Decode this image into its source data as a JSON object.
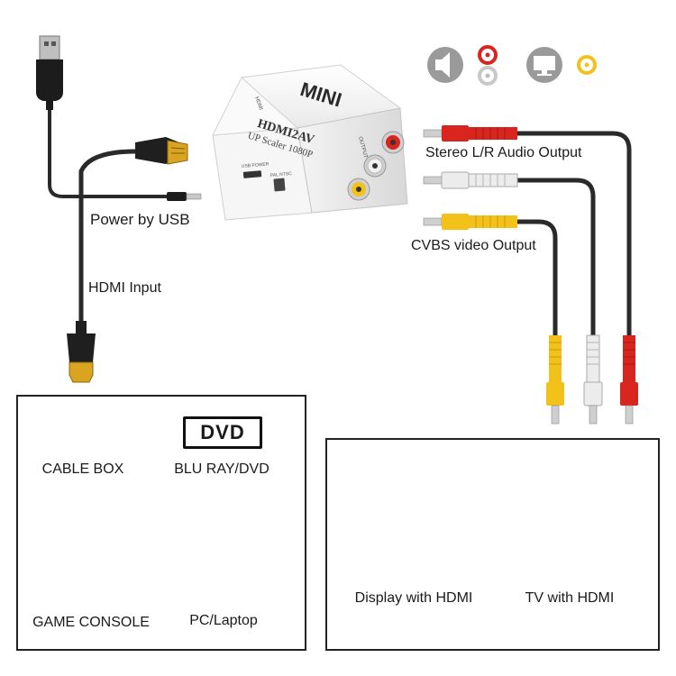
{
  "converter": {
    "brand": "MINI",
    "model": "HDMI2AV",
    "subtitle": "UP Scaler 1080P",
    "input_port_label": "HDMI",
    "output_port_label": "OUTPUT",
    "usb_port_label": "USB POWER",
    "switch_label": "PAL NTSC"
  },
  "labels": {
    "power_by_usb": "Power by USB",
    "hdmi_input": "HDMI Input",
    "stereo_audio_output": "Stereo L/R Audio Output",
    "cvbs_video_output": "CVBS video Output"
  },
  "sources": {
    "items": [
      {
        "label": "CABLE BOX",
        "icon": "cable-box-icon"
      },
      {
        "label": "BLU RAY/DVD",
        "icon": "dvd-icon",
        "badge": "DVD"
      },
      {
        "label": "GAME CONSOLE",
        "icon": "game-console-icon"
      },
      {
        "label": "PC/Laptop",
        "icon": "pc-laptop-icon"
      }
    ]
  },
  "outputs": {
    "items": [
      {
        "label": "Display with HDMI",
        "icon": "monitor-icon"
      },
      {
        "label": "TV with HDMI",
        "icon": "tv-icon"
      }
    ]
  },
  "top_icons": [
    "speaker-icon",
    "audio-jack-icon",
    "display-icon",
    "video-jack-icon"
  ],
  "colors": {
    "rca_red": "#d8261e",
    "rca_white": "#e8e8e8",
    "rca_yellow": "#f3c21a",
    "cable": "#2a2a2a",
    "hdmi_gold": "#d9a520"
  }
}
